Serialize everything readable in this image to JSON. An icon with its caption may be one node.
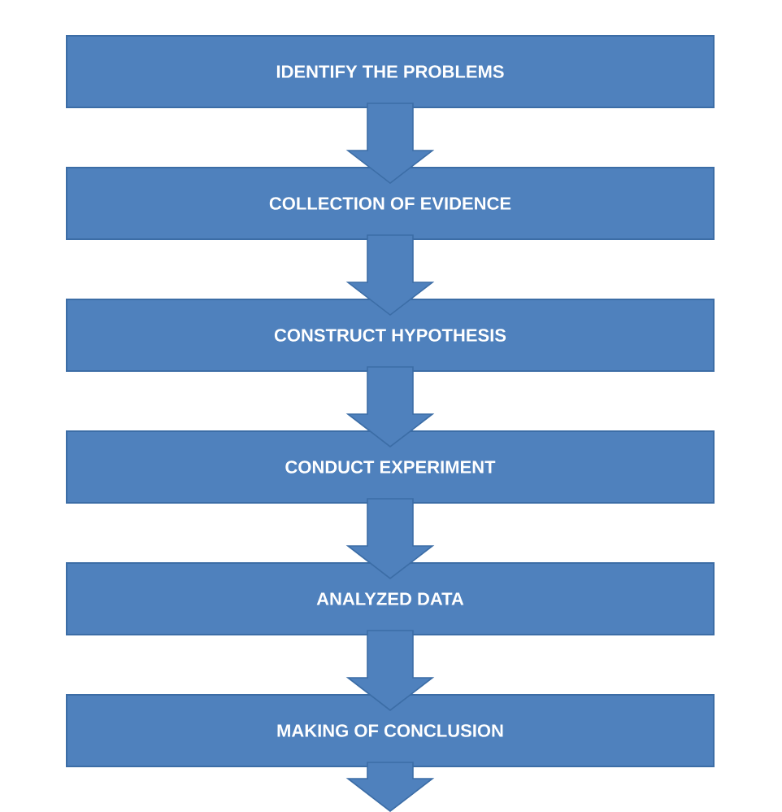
{
  "diagram": {
    "nodes": [
      {
        "text": [
          "IDENTIFY THE PROBLEMS"
        ]
      },
      {
        "text": [
          "COLLECTION OF EVIDENCE"
        ]
      },
      {
        "text": [
          "CONSTRUCT HYPOTHESIS"
        ]
      },
      {
        "text": [
          "CONDUCT EXPERIMENT"
        ]
      },
      {
        "text": [
          "ANALYZED DATA"
        ]
      },
      {
        "text": [
          "MAKING OF CONCLUSION"
        ]
      }
    ],
    "edges": [
      {
        "from": 0,
        "to": 1,
        "arrow": "to"
      },
      {
        "from": 1,
        "to": 2,
        "arrow": "to"
      },
      {
        "from": 2,
        "to": 3,
        "arrow": "to"
      },
      {
        "from": 3,
        "to": 4,
        "arrow": "to"
      },
      {
        "from": 4,
        "to": 5,
        "arrow": "to"
      },
      {
        "from": 5,
        "to": null,
        "arrow": "to"
      }
    ]
  }
}
